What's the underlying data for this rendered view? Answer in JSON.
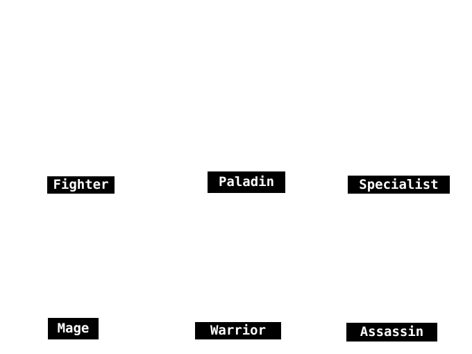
{
  "labels": {
    "fighter": "Fighter",
    "paladin": "Paladin",
    "specialist": "Specialist",
    "mage": "Mage",
    "warrior": "Warrior",
    "assassin": "Assassin"
  },
  "colors": {
    "background": "#ffffff",
    "label_background": "#000000",
    "label_text": "#ffffff"
  }
}
